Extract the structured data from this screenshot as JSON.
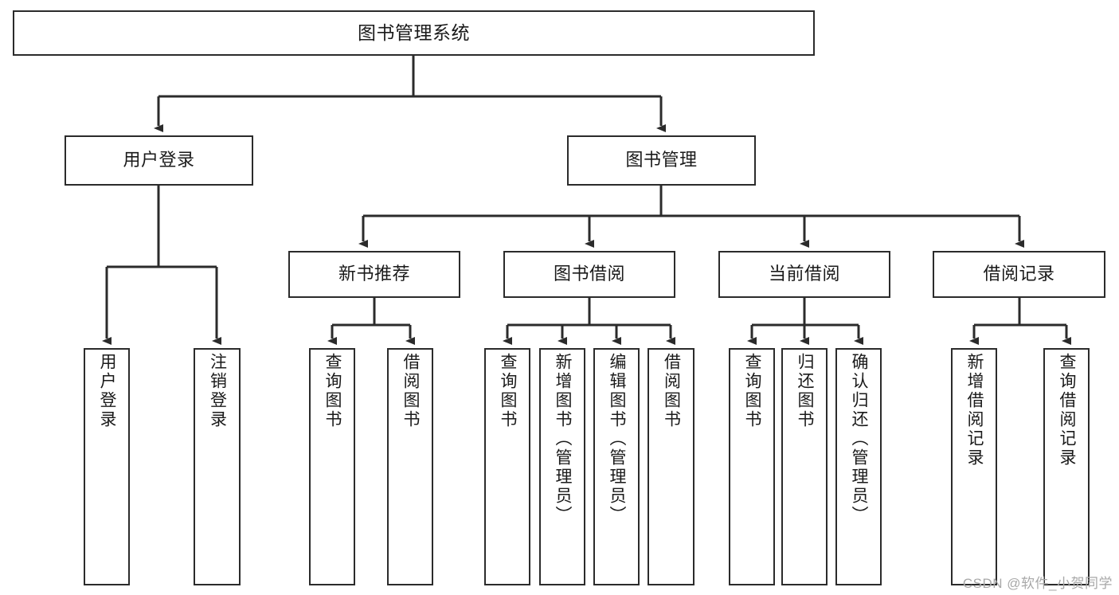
{
  "diagram": {
    "title": "图书管理系统",
    "root": {
      "label": "图书管理系统"
    },
    "level1": [
      {
        "label": "用户登录"
      },
      {
        "label": "图书管理"
      }
    ],
    "level2": [
      {
        "label": "新书推荐"
      },
      {
        "label": "图书借阅"
      },
      {
        "label": "当前借阅"
      },
      {
        "label": "借阅记录"
      }
    ],
    "leaves": {
      "user_login": [
        {
          "label": "用户登录"
        },
        {
          "label": "注销登录"
        }
      ],
      "new_book_recommend": [
        {
          "label": "查询图书"
        },
        {
          "label": "借阅图书"
        }
      ],
      "book_borrow": [
        {
          "label": "查询图书"
        },
        {
          "label": "新增图书（管理员）"
        },
        {
          "label": "编辑图书（管理员）"
        },
        {
          "label": "借阅图书"
        }
      ],
      "current_borrow": [
        {
          "label": "查询图书"
        },
        {
          "label": "归还图书"
        },
        {
          "label": "确认归还（管理员）"
        }
      ],
      "borrow_record": [
        {
          "label": "新增借阅记录"
        },
        {
          "label": "查询借阅记录"
        }
      ]
    }
  },
  "watermark": {
    "text": "CSDN @软件_小贺同学"
  },
  "colors": {
    "line": "#2b2b2b",
    "box_border": "#2b2b2b",
    "box_fill": "#ffffff",
    "text": "#1a1a1a",
    "watermark": "#a8a8a8",
    "background": "#ffffff"
  }
}
